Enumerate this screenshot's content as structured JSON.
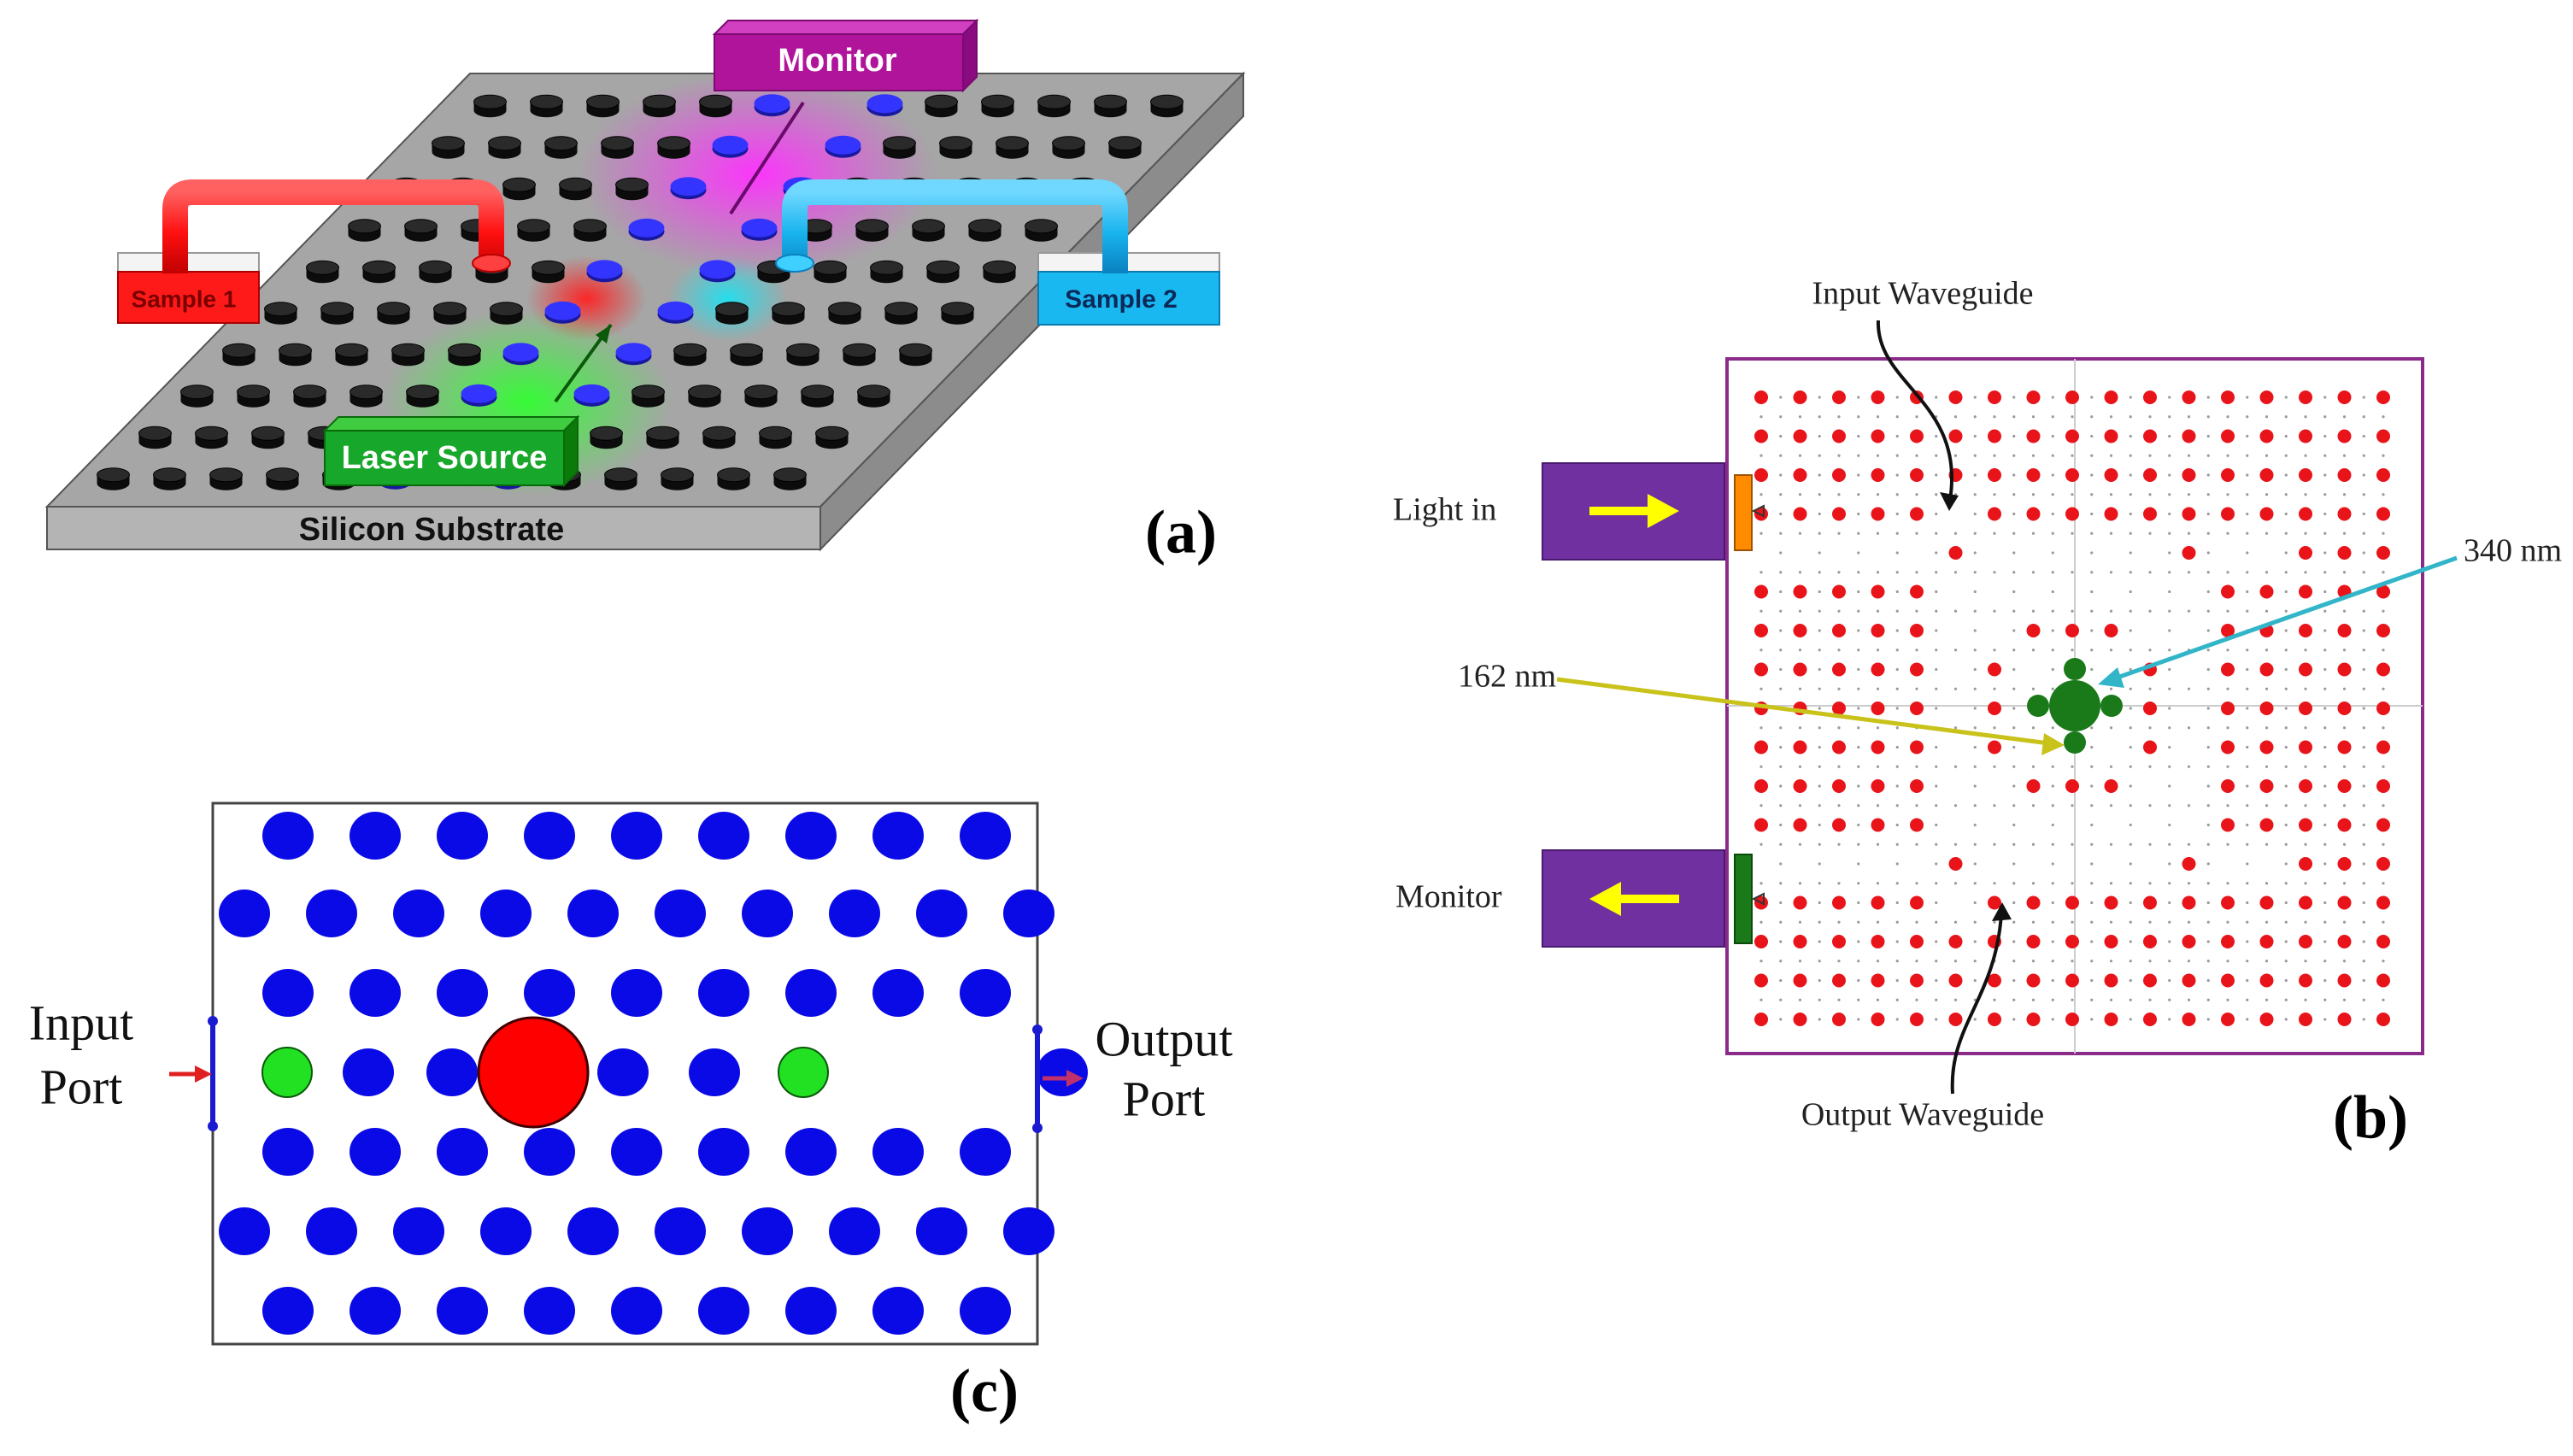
{
  "panel_a": {
    "monitor_label": "Monitor",
    "sample1_label": "Sample 1",
    "sample2_label": "Sample 2",
    "laser_label": "Laser Source",
    "substrate_label": "Silicon Substrate",
    "panel_label": "(a)",
    "colors": {
      "sample1": "#ff1a1a",
      "sample2": "#1ab8f0",
      "monitor": "#b0149b",
      "laser": "#17a72a",
      "substrate": "#a8a8a8",
      "rods": "#1a1a1a",
      "waveguide": "#2a2adf"
    }
  },
  "panel_b": {
    "input_waveguide_label": "Input Waveguide",
    "output_waveguide_label": "Output Waveguide",
    "light_in_label": "Light in",
    "monitor_label": "Monitor",
    "dim_340": "340 nm",
    "dim_162": "162 nm",
    "panel_label": "(b)",
    "colors": {
      "frame": "#8a2b8a",
      "rods": "#e8141a",
      "cavity": "#1a7a1a",
      "port_box": "#7030a0",
      "arrow": "#ffff00",
      "source": "#ff8c00",
      "monitor_bar": "#1a7a1a",
      "pointer_340": "#33b5c9",
      "pointer_162": "#c8c21a"
    }
  },
  "panel_c": {
    "input_label_line1": "Input",
    "input_label_line2": "Port",
    "output_label_line1": "Output",
    "output_label_line2": "Port",
    "panel_label": "(c)",
    "colors": {
      "rods": "#0a0ae6",
      "defect_large": "#ff0000",
      "defect_small": "#22e022",
      "input_arrow": "#e02020",
      "output_arrow": "#c0306a"
    }
  }
}
